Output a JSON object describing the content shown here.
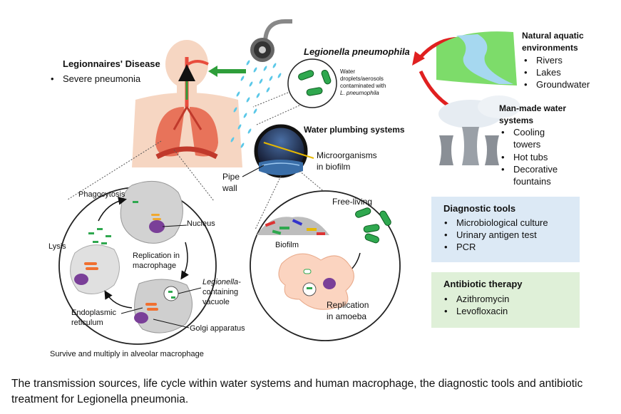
{
  "diagram": {
    "title_disease": "Legionnaires' Disease",
    "disease_items": [
      "Severe pneumonia"
    ],
    "title_pathogen": "Legionella pneumophila",
    "droplet_label": [
      "Water",
      "droplets/aerosols",
      "contaminated with",
      "L. pneumophila"
    ],
    "natural_env": {
      "title": [
        "Natural aquatic",
        "environments"
      ],
      "items": [
        "Rivers",
        "Lakes",
        "Groundwater"
      ]
    },
    "manmade": {
      "title": [
        "Man-made water",
        "systems"
      ],
      "items": [
        "Cooling",
        "towers",
        "Hot tubs",
        "Decorative",
        "fountains"
      ]
    },
    "plumbing": {
      "title": "Water plumbing systems",
      "biofilm_label": [
        "Microorganisms",
        "in biofilm"
      ],
      "pipe_label": [
        "Pipe",
        "wall"
      ]
    },
    "macrophage_cycle": {
      "phagocytosis": "Phagocytosis",
      "nucleus": "Nucleus",
      "lysis": "Lysis",
      "replication": [
        "Replication in",
        "macrophage"
      ],
      "vacuole": [
        "Legionella-",
        "containing",
        "vacuole"
      ],
      "er": [
        "Endoplasmic",
        "reticulum"
      ],
      "golgi": "Golgi apparatus",
      "footer": "Survive and multiply in alveolar macrophage"
    },
    "amoeba_cycle": {
      "free_living": "Free-living",
      "biofilm": "Biofilm",
      "replication": [
        "Replication",
        "in amoeba"
      ]
    },
    "diagnostic": {
      "title": "Diagnostic tools",
      "items": [
        "Microbiological culture",
        "Urinary antigen test",
        "PCR"
      ],
      "bg": "#dce9f5"
    },
    "antibiotic": {
      "title": "Antibiotic therapy",
      "items": [
        "Azithromycin",
        "Levofloxacin"
      ],
      "bg": "#dff0d8"
    },
    "colors": {
      "arrow_red": "#e02020",
      "arrow_green": "#2e9e3a",
      "bacteria": "#2fa84f",
      "droplet": "#5bc8e8",
      "lung": "#e8735a"
    }
  },
  "caption": "The transmission sources, life cycle within water systems and human macrophage, the diagnostic tools and antibiotic treatment for Legionella pneumonia."
}
